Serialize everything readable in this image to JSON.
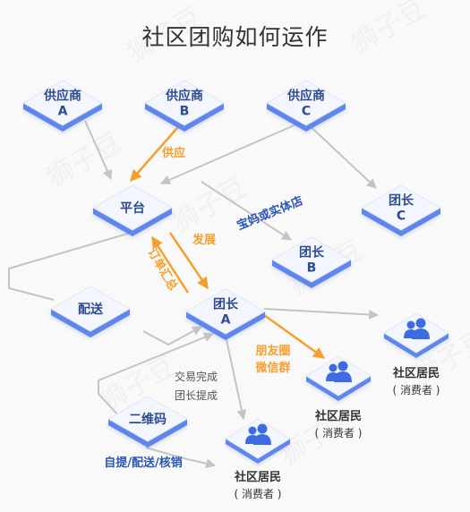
{
  "title": "社区团购如何运作",
  "nodes": {
    "supplier_a": [
      "供应商",
      "A"
    ],
    "supplier_b": [
      "供应商",
      "B"
    ],
    "supplier_c": [
      "供应商",
      "C"
    ],
    "platform": [
      "平台"
    ],
    "leader_c": [
      "团长",
      "C"
    ],
    "leader_b": [
      "团长",
      "B"
    ],
    "leader_a": [
      "团长",
      "A"
    ],
    "delivery": [
      "配送"
    ],
    "qrcode": [
      "二维码"
    ]
  },
  "residents": {
    "name": "社区居民",
    "sub": "( 消费者 )"
  },
  "edge_labels": {
    "supply": "供应",
    "mom_store": "宝妈或实体店",
    "develop": "发展",
    "order_summary": "订单汇总",
    "moments": [
      "朋友圈",
      "微信群"
    ],
    "trade": [
      "交易完成",
      "团长提成"
    ],
    "pickup": "自提/配送/核销"
  },
  "watermark": "狮子豆",
  "colors": {
    "node_top": "#f3f6ff",
    "node_side": "#5e86ea",
    "node_text": "#2d4b8f",
    "gray_line": "#c4c4c4",
    "orange": "#f5a02e",
    "blue_label": "#2b56b6",
    "resident_icon": "#3e6ce0"
  }
}
